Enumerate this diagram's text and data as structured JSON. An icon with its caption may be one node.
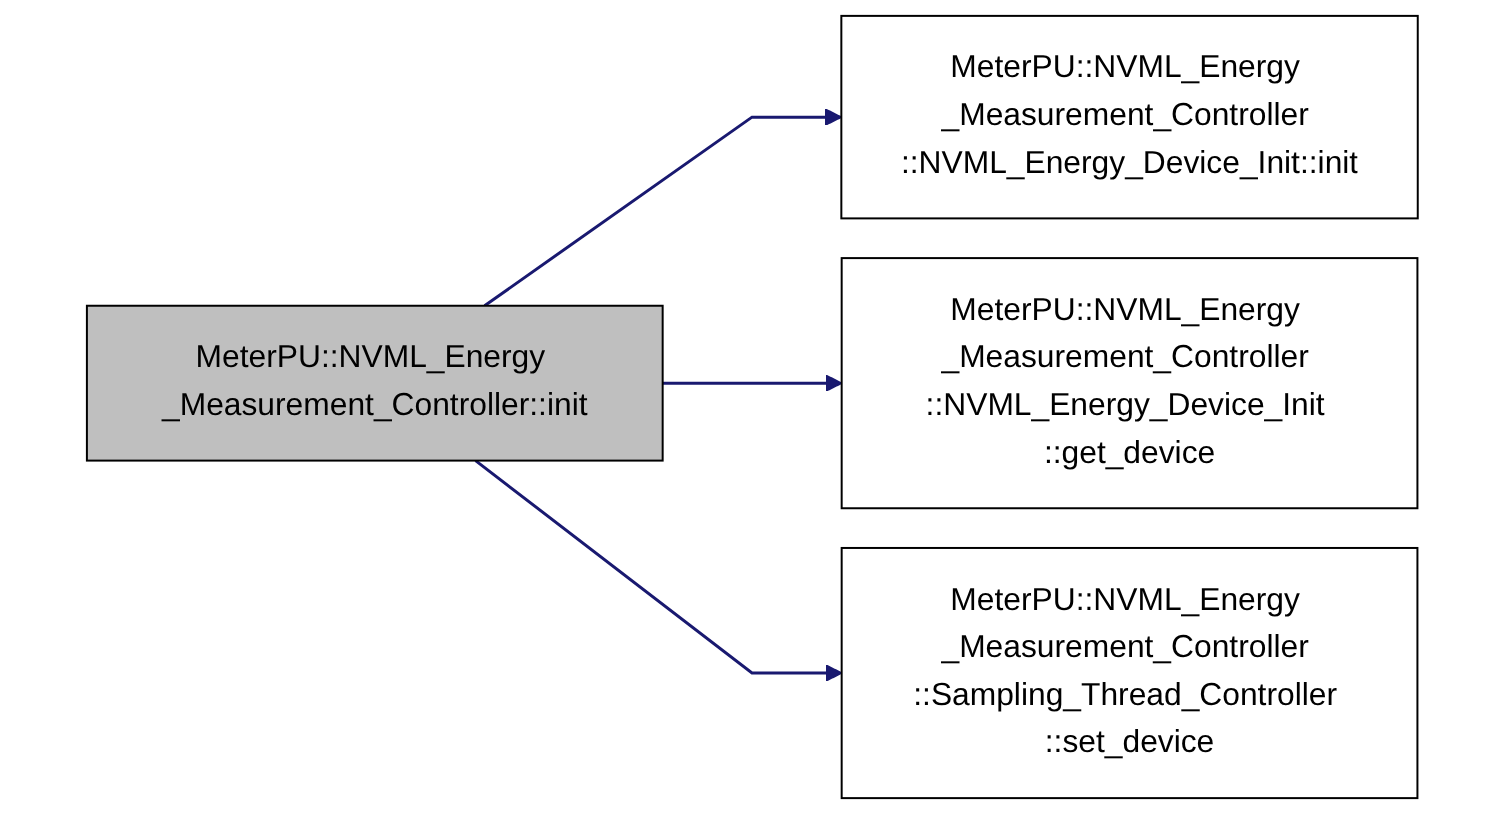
{
  "diagram": {
    "nodes": [
      {
        "text": [
          "MeterPU::NVML_Energy _Measurement_Controller::init"
        ]
      },
      {
        "text": [
          "MeterPU::NVML_Energy _Measurement_Controller ::NVML_Energy_Device_Init::init"
        ]
      },
      {
        "text": [
          "MeterPU::NVML_Energy _Measurement_Controller ::NVML_Energy_Device_Init ::get_device"
        ]
      },
      {
        "text": [
          "MeterPU::NVML_Energy _Measurement_Controller ::Sampling_Thread_Controller ::set_device"
        ]
      }
    ],
    "edges": [
      {
        "from": 0,
        "to": 1,
        "arrow": "to",
        "color": "#191970"
      },
      {
        "from": 0,
        "to": 2,
        "arrow": "to",
        "color": "#191970"
      },
      {
        "from": 0,
        "to": 3,
        "arrow": "to",
        "color": "#191970"
      }
    ]
  }
}
